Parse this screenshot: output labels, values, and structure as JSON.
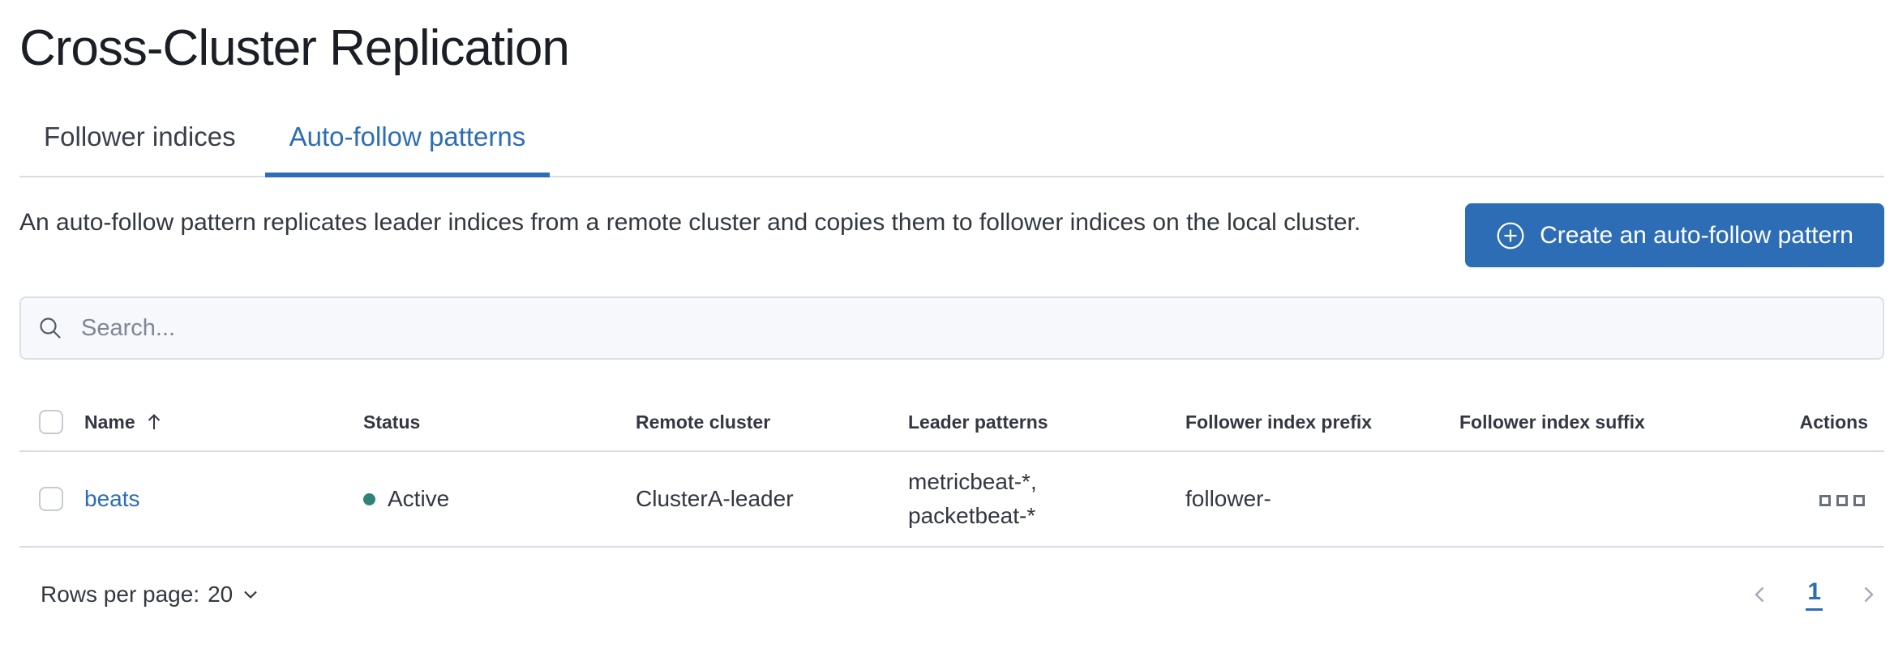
{
  "page": {
    "title": "Cross-Cluster Replication"
  },
  "tabs": [
    {
      "label": "Follower indices",
      "active": false
    },
    {
      "label": "Auto-follow patterns",
      "active": true
    }
  ],
  "description": {
    "text": "An auto-follow pattern replicates leader indices from a remote cluster and copies them to follower indices on the local cluster."
  },
  "create_button": {
    "label": "Create an auto-follow pattern",
    "icon": "plus-in-circle-icon"
  },
  "search": {
    "placeholder": "Search...",
    "value": "",
    "icon": "search-icon"
  },
  "table": {
    "columns": [
      "Name",
      "Status",
      "Remote cluster",
      "Leader patterns",
      "Follower index prefix",
      "Follower index suffix",
      "Actions"
    ],
    "sort": {
      "column": "Name",
      "direction": "ascending",
      "icon": "sort-ascending-icon"
    },
    "rows": [
      {
        "name": "beats",
        "status": "Active",
        "status_color": "#2e8478",
        "remote_cluster": "ClusterA-leader",
        "leader_patterns_lines": [
          "metricbeat-*,",
          "packetbeat-*"
        ],
        "follower_index_prefix": "follower-",
        "follower_index_suffix": "",
        "actions_icon": "boxes-horizontal-icon"
      }
    ]
  },
  "footer": {
    "rows_per_page_label": "Rows per page:",
    "rows_per_page_value": "20",
    "pagination": {
      "previous_icon": "chevron-left-icon",
      "current_page": "1",
      "next_icon": "chevron-right-icon"
    }
  },
  "icons": {
    "plus_in_circle": "⊕",
    "search": "magnifier outline",
    "sort_ascending": "↑",
    "boxes_horizontal": "▫▫▫",
    "chevron_down": "⌄",
    "chevron_left": "‹",
    "chevron_right": "›",
    "status_dot": "●",
    "checkbox_unchecked": "☐"
  },
  "colors": {
    "accent": "#2c6db5",
    "status_active": "#2e8478",
    "border": "#d9dce6",
    "muted_text": "#69707D",
    "search_background": "#f6f8fb"
  }
}
